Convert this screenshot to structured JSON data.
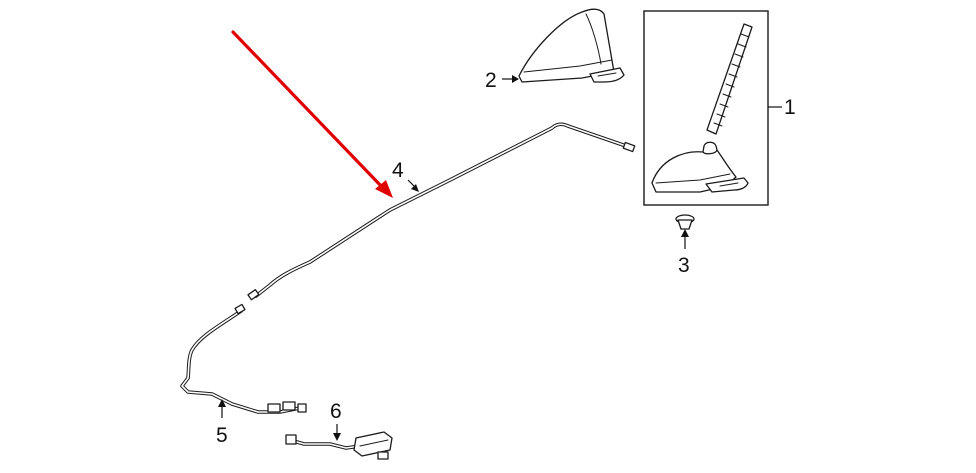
{
  "callouts": {
    "c1": "1",
    "c2": "2",
    "c3": "3",
    "c4": "4",
    "c5": "5",
    "c6": "6"
  },
  "colors": {
    "line": "#1a1a1a",
    "highlight_arrow": "#e00000",
    "background": "#ffffff"
  }
}
